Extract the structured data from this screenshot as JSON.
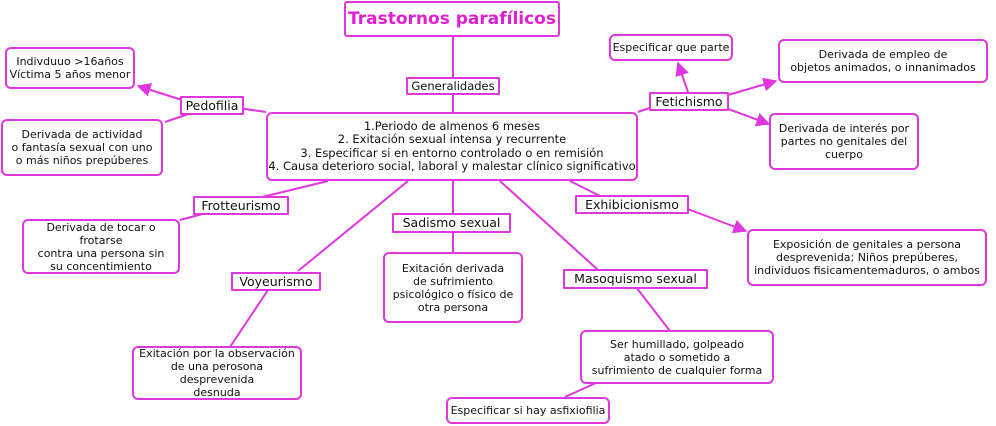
{
  "title": "Trastornos parafílicos",
  "generalidades": {
    "label": "Generalidades",
    "criteria": "1.Periodo de almenos 6 meses\n2. Exitación sexual intensa y recurrente\n3. Especificar si en entorno controlado o en remisión\n4. Causa deterioro social, laboral y malestar clínico significativo"
  },
  "pedofilia": {
    "label": "Pedofilia",
    "note": "Indivduuo >16años\nVíctima 5 años menor",
    "desc": "Derivada de actividad\no fantasía sexual con uno\no más niños prepúberes"
  },
  "fetichismo": {
    "label": "Fetichismo",
    "spec": "Especificar que parte",
    "desc1": "Derivada de empleo de\nobjetos animados, o innanimados",
    "desc2": "Derivada de interés por\npartes no genitales del\ncuerpo"
  },
  "frotteurismo": {
    "label": "Frotteurismo",
    "desc": "Derivada de tocar o frotarse\ncontra una persona sin\nsu concentimiento"
  },
  "sadismo": {
    "label": "Sadismo sexual",
    "desc": "Exitación derivada\nde sufrimiento\npsicológico o físico de\notra persona"
  },
  "exhibicionismo": {
    "label": "Exhibicionismo",
    "desc": "Exposición de genitales a persona\ndesprevenida; Niños prepúberes,\nindividuos fisicamentemaduros, o ambos"
  },
  "voyeurismo": {
    "label": "Voyeurismo",
    "desc": "Exitación por la observación\nde una perosona desprevenida\ndesnuda"
  },
  "masoquismo": {
    "label": "Masoquismo sexual",
    "desc": "Ser humillado, golpeado\natado o sometido a\nsufrimiento de cualquier forma",
    "spec": "Especificar si hay asfixiofilia"
  },
  "colors": {
    "accent": "#e036e0",
    "title_text": "#e020d0"
  }
}
